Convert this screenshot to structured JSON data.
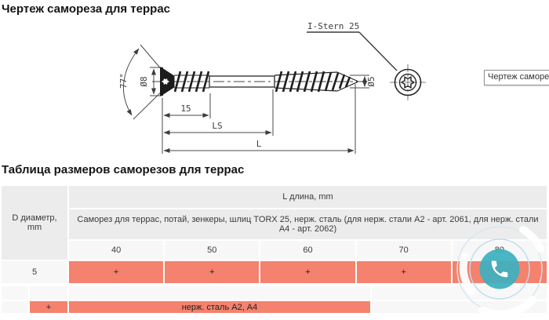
{
  "headings": {
    "drawing_title": "Чертеж самореза для террас",
    "table_title": "Таблица размеров саморезов для террас"
  },
  "drawing": {
    "labels": {
      "torx": "I-Stern 25",
      "angle": "77°",
      "head_diameter": "Ø8",
      "thread_length": "15",
      "ls": "LS",
      "length": "L",
      "tip_diameter": "Ø5"
    }
  },
  "tooltip": {
    "text": "Чертеж самореза д"
  },
  "size_table": {
    "d_header": [
      "D диаметр,",
      "mm"
    ],
    "l_header": "L длина, mm",
    "description": "Саморез для террас, потай, зенкеры, шлиц TORX 25, нерж. сталь (для нерж. стали А2 - арт. 2061, для нерж. стали А4 - арт. 2062)",
    "lengths": [
      "40",
      "50",
      "60",
      "70",
      "80"
    ],
    "rows": [
      {
        "d": "5",
        "cells": [
          "+",
          "+",
          "+",
          "+",
          "+"
        ]
      }
    ]
  },
  "legend": {
    "plus": "+",
    "label": "нерж. сталь А2, А4"
  },
  "colors": {
    "accent_salmon": "#f4826e",
    "header_gray": "#ececec",
    "row_light": "#f7f7f7",
    "spacer_gray": "#f8f8f8",
    "widget_teal": "#3cb0be",
    "widget_ring": "#bedcec",
    "widget_ring_outer": "#d6e8f3"
  }
}
